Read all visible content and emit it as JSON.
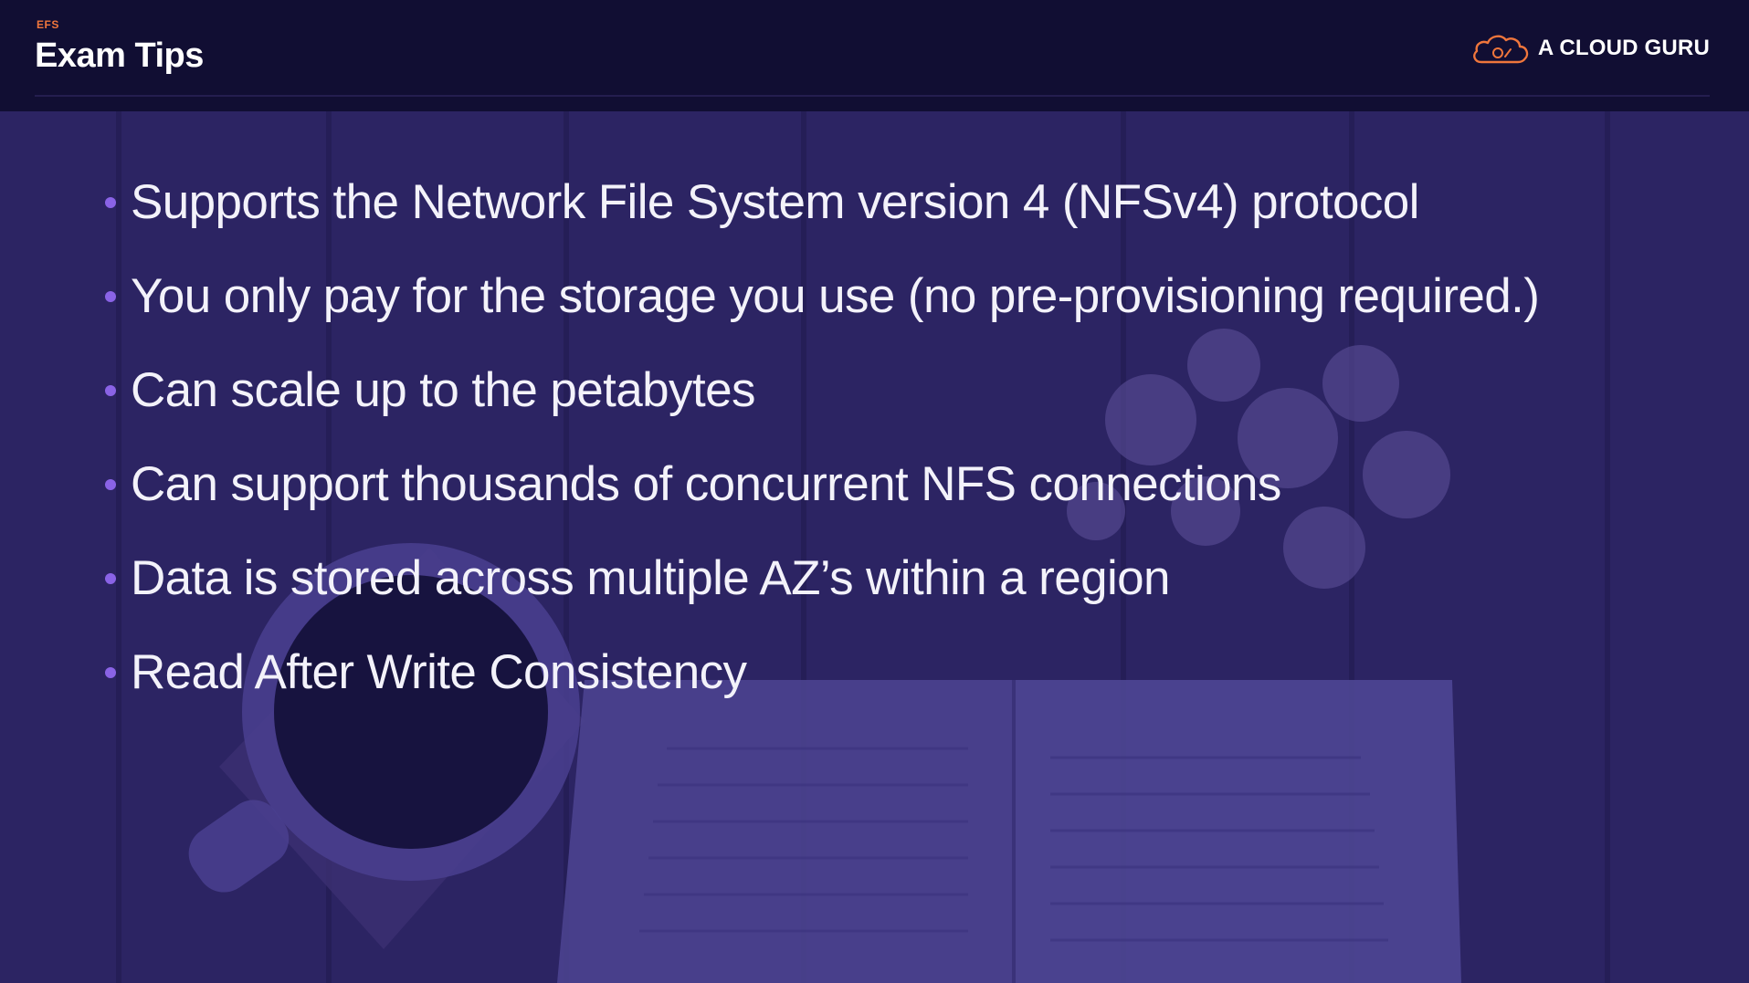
{
  "header": {
    "section_tag": "EFS",
    "title": "Exam Tips",
    "brand_name": "A CLOUD GURU",
    "brand_icon": "cloud-logo-icon"
  },
  "bullets": [
    {
      "text": "Supports the Network File System version 4 (NFSv4) protocol"
    },
    {
      "text": "You only pay for the storage you use (no pre-provisioning required.)"
    },
    {
      "text": "Can scale up to the petabytes"
    },
    {
      "text": "Can support thousands of concurrent NFS connections"
    },
    {
      "text": "Data is stored across multiple AZ’s within a region"
    },
    {
      "text": "Read After Write Consistency"
    }
  ],
  "colors": {
    "header_bg": "#110e33",
    "slide_bg": "#2e2466",
    "bullet_dot": "#8a63e6",
    "brand_accent": "#f0763c",
    "text": "#f3f2fa"
  }
}
